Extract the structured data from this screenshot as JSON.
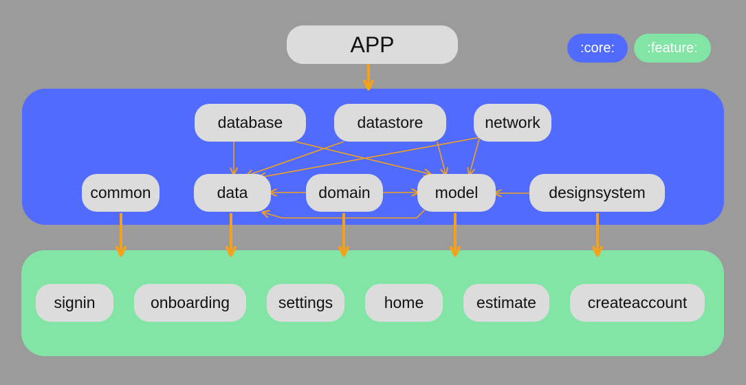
{
  "app": {
    "label": "APP"
  },
  "legend": {
    "core": {
      "label": ":core:",
      "color": "#516bff"
    },
    "feature": {
      "label": ":feature:",
      "color": "#82e5a5"
    }
  },
  "core_modules": {
    "database": "database",
    "datastore": "datastore",
    "network": "network",
    "common": "common",
    "data": "data",
    "domain": "domain",
    "model": "model",
    "designsystem": "designsystem"
  },
  "feature_modules": {
    "signin": "signin",
    "onboarding": "onboarding",
    "settings": "settings",
    "home": "home",
    "estimate": "estimate",
    "createaccount": "createaccount"
  },
  "colors": {
    "background": "#9b9b9b",
    "node": "#dcdcdc",
    "arrow": "#f5a11a"
  }
}
